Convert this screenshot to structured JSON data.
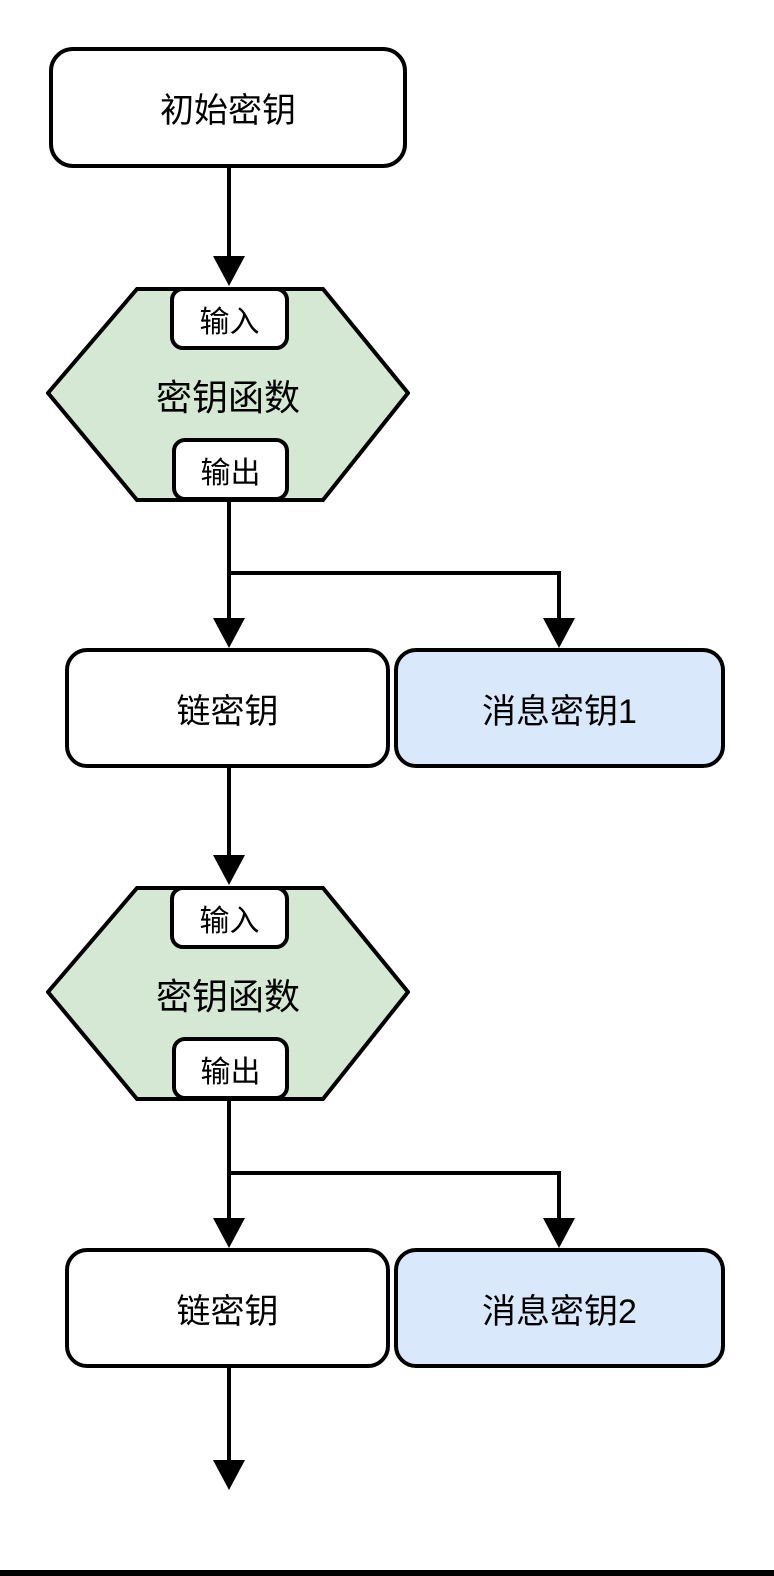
{
  "diagram": {
    "type": "flowchart",
    "language": "zh-CN",
    "colors": {
      "background": "#ffffff",
      "node_border": "#000000",
      "line": "#000000",
      "hexagon_fill": "#d5e8d4",
      "chain_key_fill": "#ffffff",
      "message_key_fill": "#dae8fc",
      "bottom_bar": "#000000"
    },
    "nodes": {
      "initial_key": {
        "label": "初始密钥"
      },
      "kdf1": {
        "label": "密钥函数",
        "input_label": "输入",
        "output_label": "输出"
      },
      "chain_key_1": {
        "label": "链密钥"
      },
      "message_key_1": {
        "label": "消息密钥1"
      },
      "kdf2": {
        "label": "密钥函数",
        "input_label": "输入",
        "output_label": "输出"
      },
      "chain_key_2": {
        "label": "链密钥"
      },
      "message_key_2": {
        "label": "消息密钥2"
      }
    },
    "edges": [
      {
        "from": "initial_key",
        "to": "kdf1"
      },
      {
        "from": "kdf1",
        "to": "chain_key_1"
      },
      {
        "from": "kdf1",
        "to": "message_key_1"
      },
      {
        "from": "chain_key_1",
        "to": "kdf2"
      },
      {
        "from": "kdf2",
        "to": "chain_key_2"
      },
      {
        "from": "kdf2",
        "to": "message_key_2"
      },
      {
        "from": "chain_key_2",
        "to": "continuation"
      }
    ]
  }
}
